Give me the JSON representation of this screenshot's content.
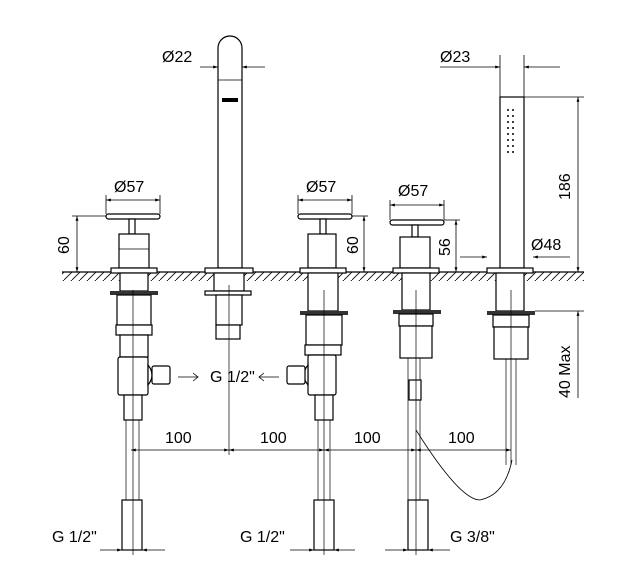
{
  "diagram": {
    "spout": {
      "diameter": "Ø22"
    },
    "hand_shower": {
      "diameter": "Ø23",
      "height": "186",
      "base_diameter": "Ø48",
      "below_deck": "40 Max"
    },
    "valves": [
      {
        "handle_diameter": "Ø57",
        "height": "60"
      },
      {
        "handle_diameter": "Ø57",
        "height": "60"
      },
      {
        "handle_diameter": "Ø57",
        "height": "56"
      }
    ],
    "spacings": [
      "100",
      "100",
      "100",
      "100"
    ],
    "connection_center": "G 1/2\"",
    "connections": [
      "G 1/2\"",
      "G 1/2\"",
      "G 3/8\""
    ],
    "colors": {
      "line": "#000000",
      "background": "#ffffff"
    }
  }
}
